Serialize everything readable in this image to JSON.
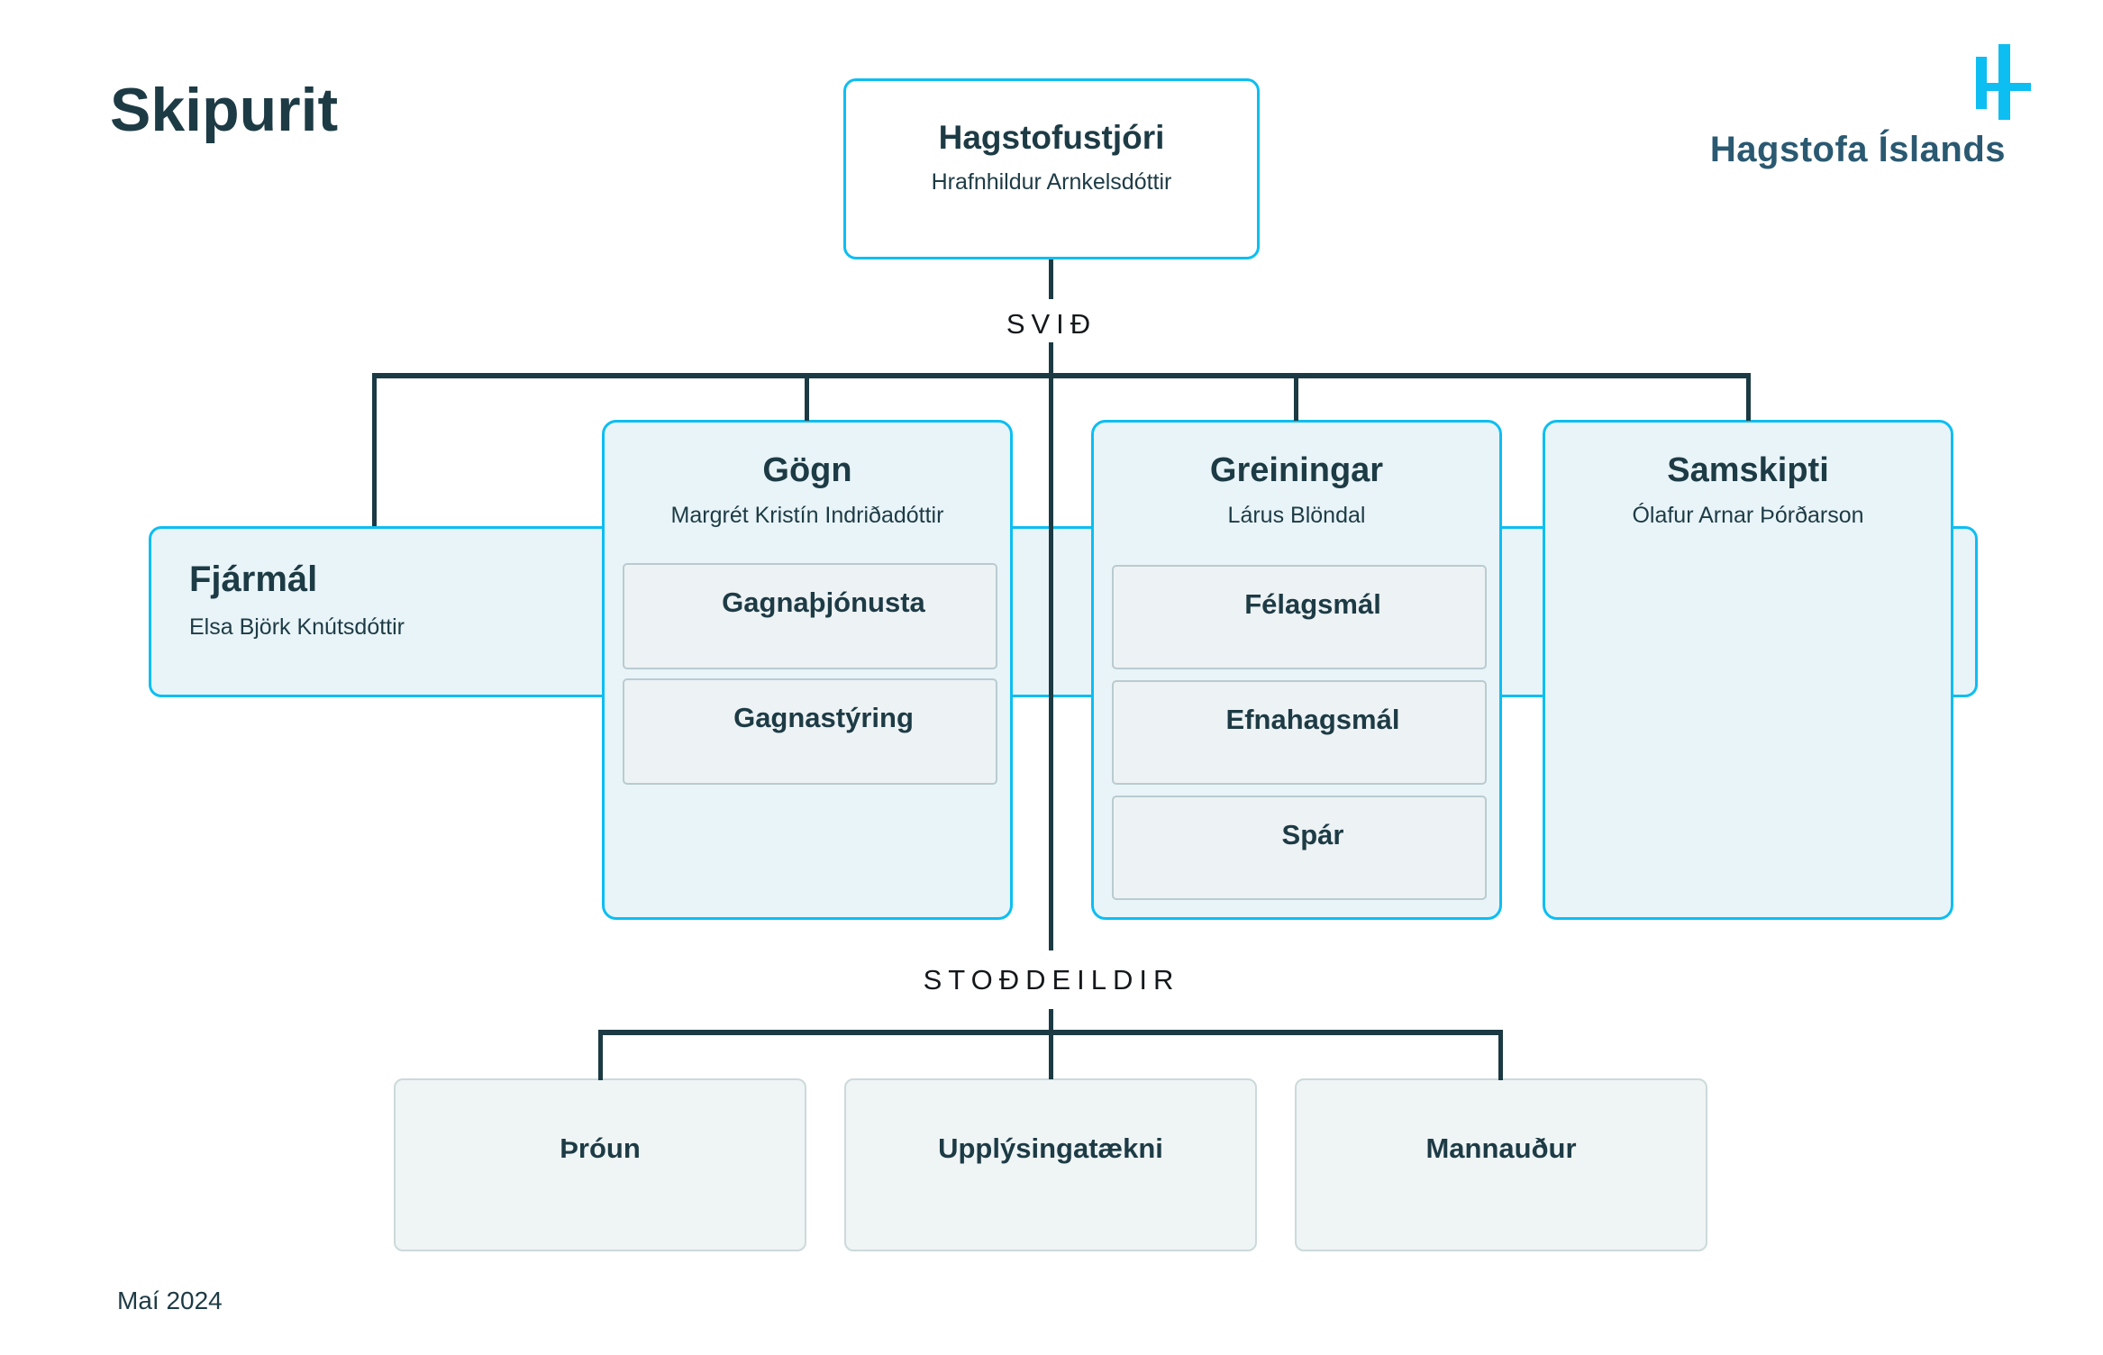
{
  "page": {
    "title": "Skipurit",
    "date": "Maí 2024"
  },
  "logo": {
    "name": "Hagstofa Íslands"
  },
  "group_labels": {
    "divisions": "SVIÐ",
    "support": "STOÐDEILDIR"
  },
  "director": {
    "title": "Hagstofustjóri",
    "name": "Hrafnhildur Arnkelsdóttir"
  },
  "finance": {
    "title": "Fjármál",
    "name": "Elsa Björk Knútsdóttir"
  },
  "divisions": [
    {
      "title": "Gögn",
      "name": "Margrét Kristín Indriðadóttir",
      "units": [
        "Gagnaþjónusta",
        "Gagnastýring"
      ]
    },
    {
      "title": "Greiningar",
      "name": "Lárus Blöndal",
      "units": [
        "Félagsmál",
        "Efnahagsmál",
        "Spár"
      ]
    },
    {
      "title": "Samskipti",
      "name": "Ólafur Arnar Þórðarson",
      "units": []
    }
  ],
  "support_units": [
    "Þróun",
    "Upplýsingatækni",
    "Mannauður"
  ],
  "colors": {
    "accent_cyan": "#0cbef2",
    "box_fill": "#e9f4f8",
    "unit_fill": "#edf2f4",
    "support_fill": "#eff4f5",
    "dark_teal_text": "#1d3b45",
    "connector": "#1b3a43",
    "logo_text": "#2a5971"
  }
}
